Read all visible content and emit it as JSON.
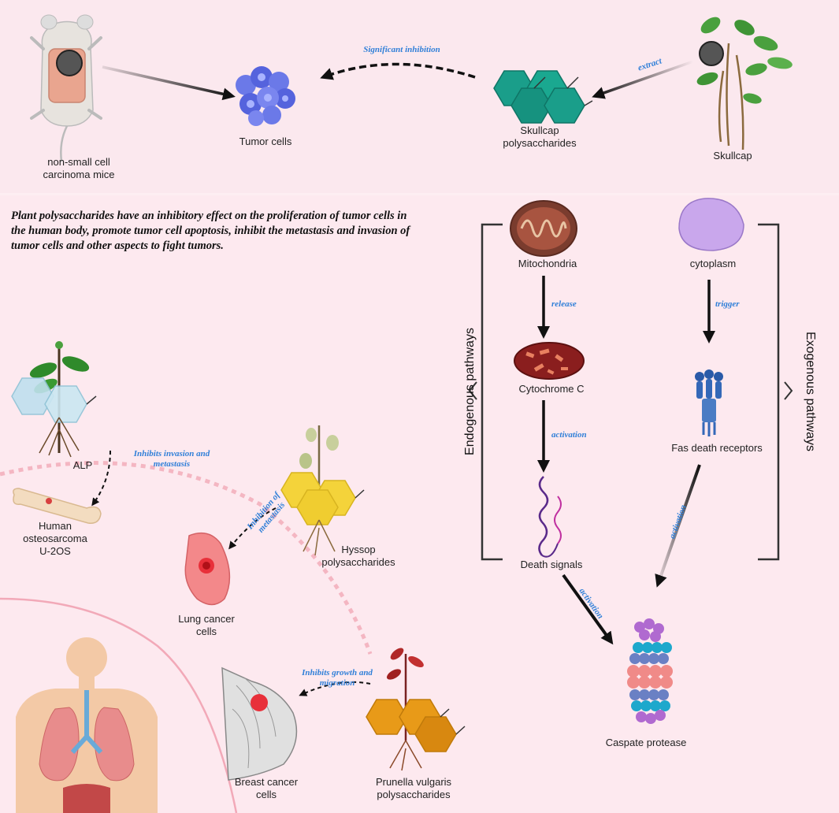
{
  "top": {
    "mice_label": "non-small cell\ncarcinoma mice",
    "tumor_label": "Tumor cells",
    "skullcap_poly_label": "Skullcap\npolysaccharides",
    "skullcap_label": "Skullcap",
    "inhibition_label": "Significant inhibition",
    "extract_label": "extract"
  },
  "intro_text": "Plant polysaccharides have an inhibitory effect on the proliferation of tumor cells in the human body, promote tumor cell apoptosis, inhibit the metastasis and invasion of tumor cells and other aspects to fight tumors.",
  "left": {
    "alp_label": "ALP",
    "osteo_label": "Human\nosteosarcoma\nU-2OS",
    "alp_arrow_label": "Inhibits invasion and\nmetastasis",
    "hyssop_label": "Hyssop\npolysaccharides",
    "lung_label": "Lung cancer\ncells",
    "hyssop_arrow_label": "Inhibition of\nmetastasis",
    "breast_label": "Breast cancer\ncells",
    "prunella_label": "Prunella vulgaris\npolysaccharides",
    "prunella_arrow_label": "Inhibits growth and\nmigration"
  },
  "right": {
    "mito_label": "Mitochondria",
    "cyto_label": "cytoplasm",
    "cytc_label": "Cytochrome C",
    "fas_label": "Fas death receptors",
    "death_label": "Death signals",
    "caspase_label": "Caspate protease",
    "endo_label": "Endogenous pathways",
    "exo_label": "Exogenous pathways",
    "release_label": "release",
    "trigger_label": "trigger",
    "activation1_label": "activation",
    "activation2_label": "activation",
    "activation3_label": "activation"
  }
}
